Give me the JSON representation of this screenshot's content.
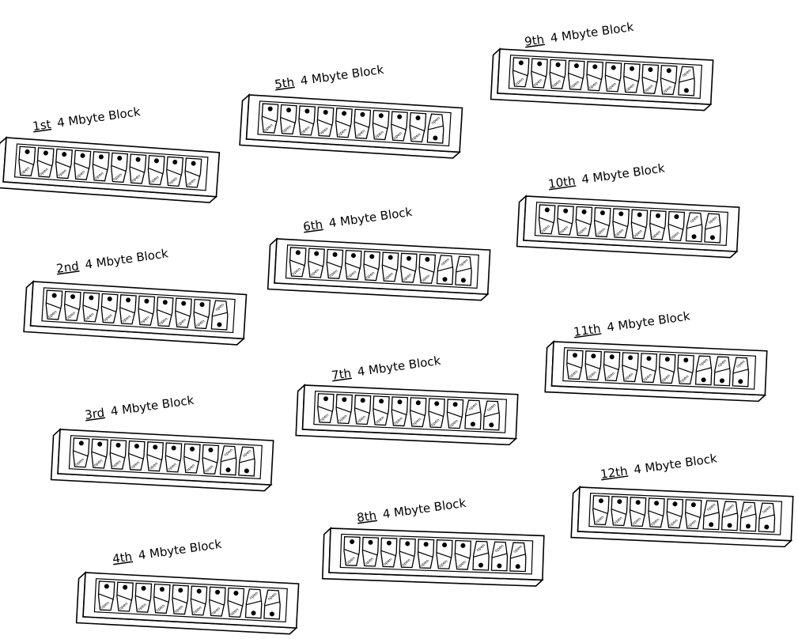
{
  "colors": {
    "ink": "#000000",
    "paper": "#ffffff"
  },
  "label_suffix": "4 Mbyte Block",
  "switch_text": "open",
  "blocks": [
    {
      "ordinal": "1st",
      "closed_count": 0
    },
    {
      "ordinal": "2nd",
      "closed_count": 1
    },
    {
      "ordinal": "3rd",
      "closed_count": 2
    },
    {
      "ordinal": "4th",
      "closed_count": 2
    },
    {
      "ordinal": "5th",
      "closed_count": 1
    },
    {
      "ordinal": "6th",
      "closed_count": 2
    },
    {
      "ordinal": "7th",
      "closed_count": 2
    },
    {
      "ordinal": "8th",
      "closed_count": 3
    },
    {
      "ordinal": "9th",
      "closed_count": 1
    },
    {
      "ordinal": "10th",
      "closed_count": 2
    },
    {
      "ordinal": "11th",
      "closed_count": 3
    },
    {
      "ordinal": "12th",
      "closed_count": 4
    }
  ]
}
